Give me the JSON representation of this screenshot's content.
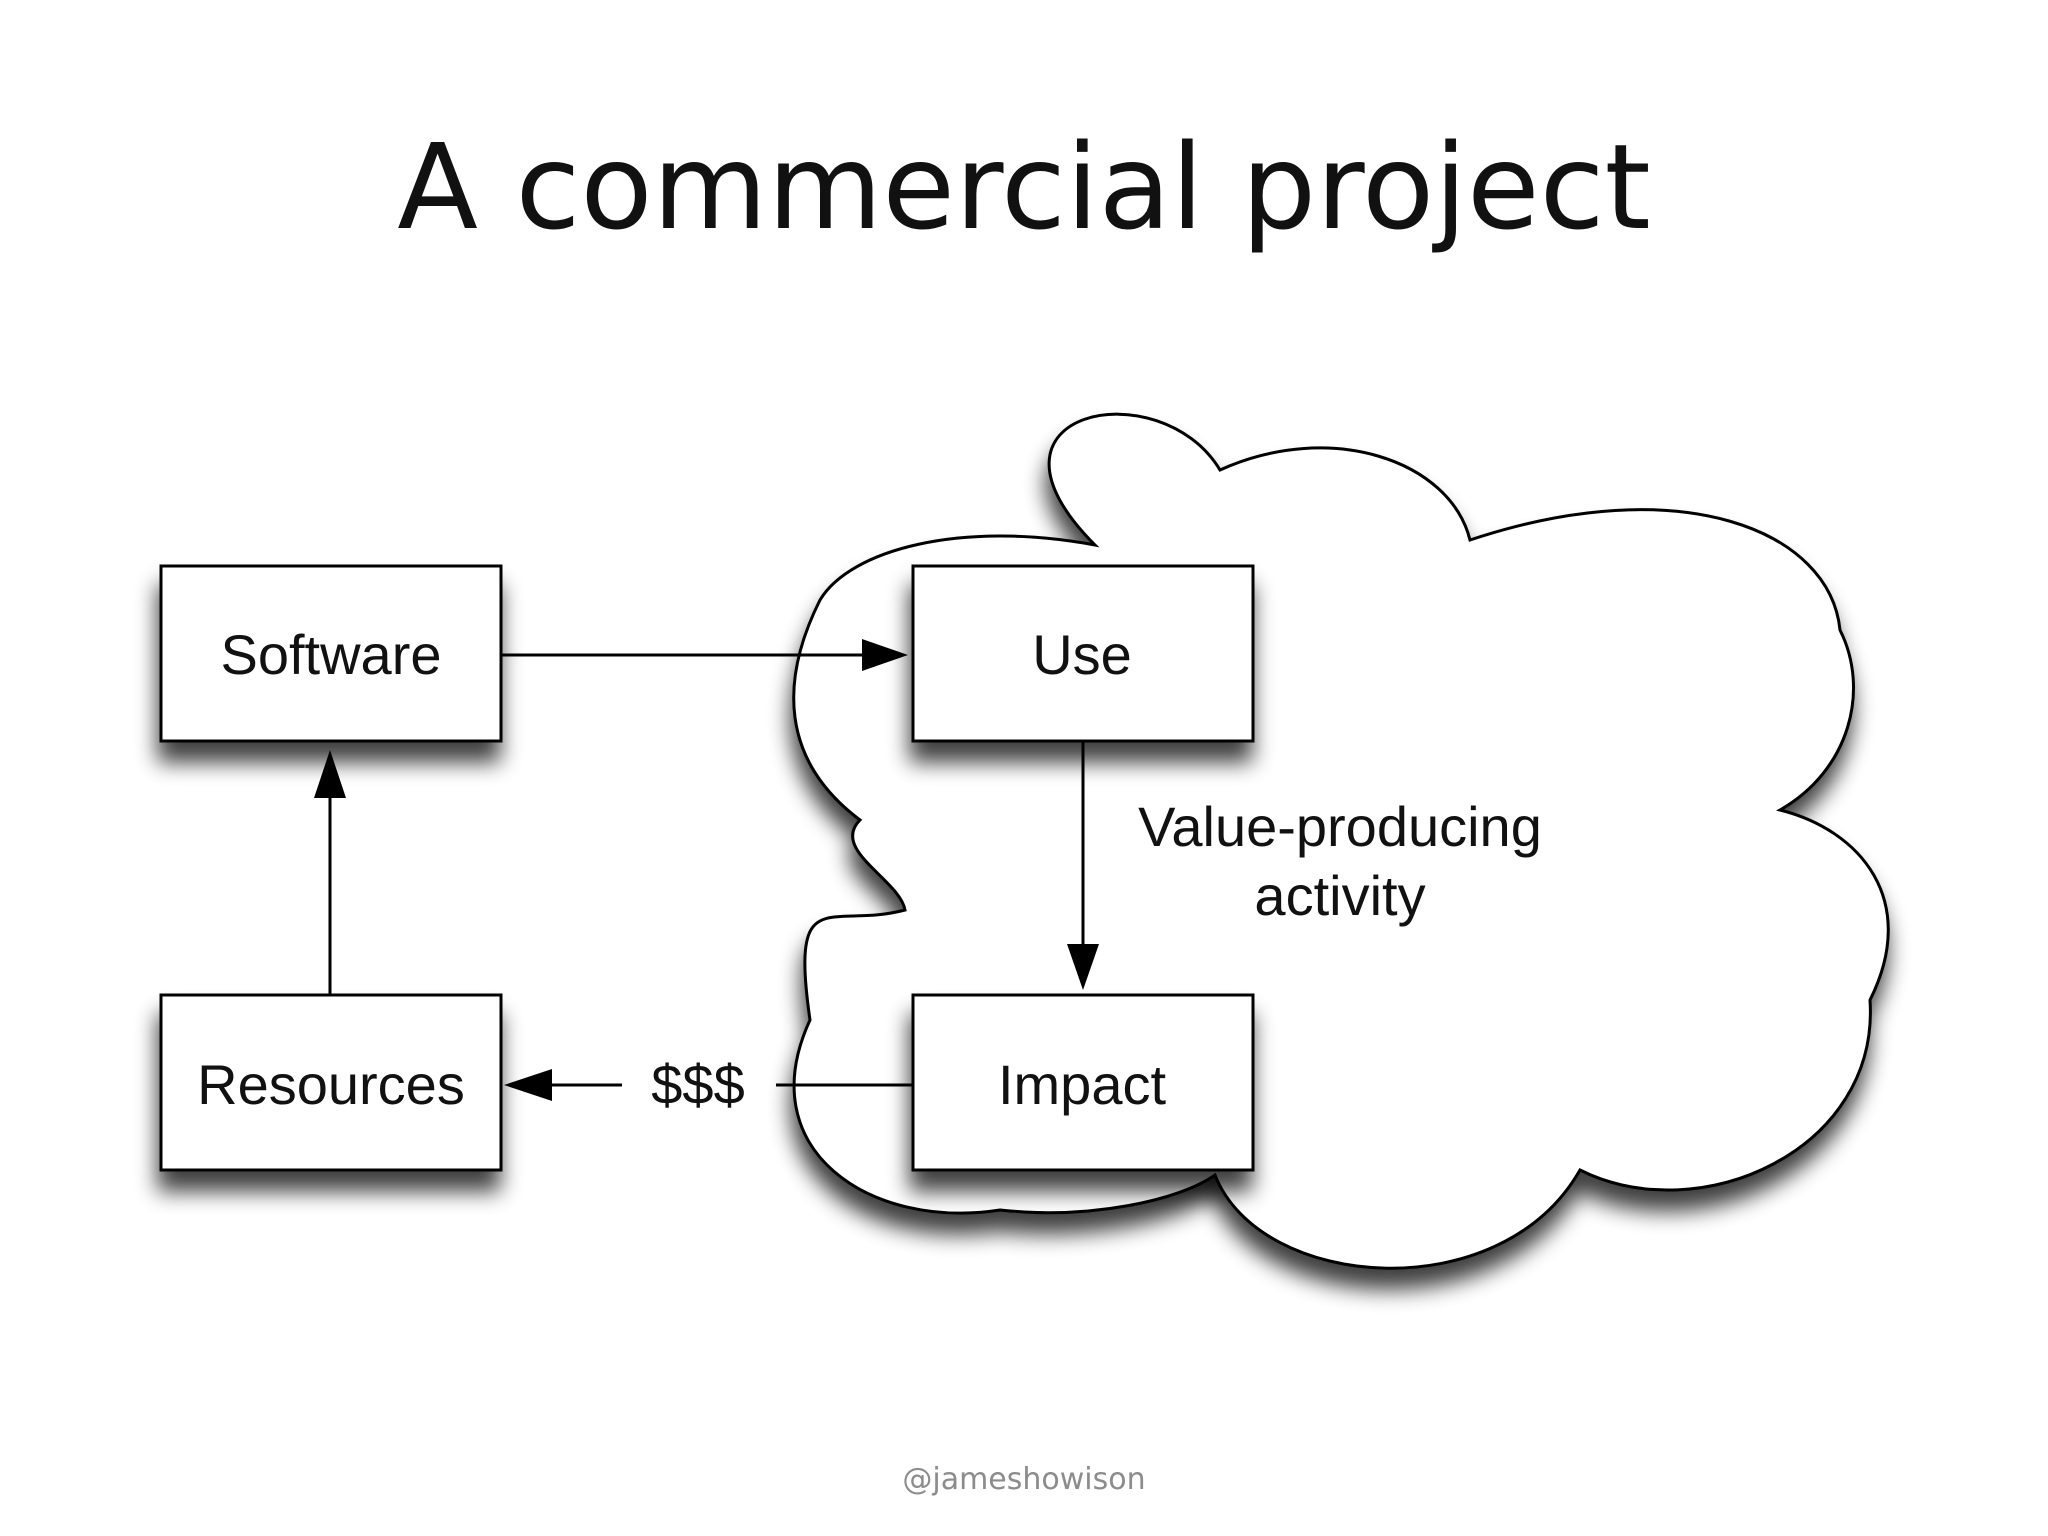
{
  "slide": {
    "title": "A commercial project",
    "footer": "@jameshowison"
  },
  "diagram": {
    "nodes": {
      "software": "Software",
      "use": "Use",
      "impact": "Impact",
      "resources": "Resources"
    },
    "labels": {
      "value_line1": "Value-producing",
      "value_line2": "activity",
      "money": "$$$"
    },
    "edges": [
      {
        "from": "Software",
        "to": "Use"
      },
      {
        "from": "Use",
        "to": "Impact"
      },
      {
        "from": "Impact",
        "to": "Resources",
        "label": "$$$"
      },
      {
        "from": "Resources",
        "to": "Software"
      }
    ]
  }
}
